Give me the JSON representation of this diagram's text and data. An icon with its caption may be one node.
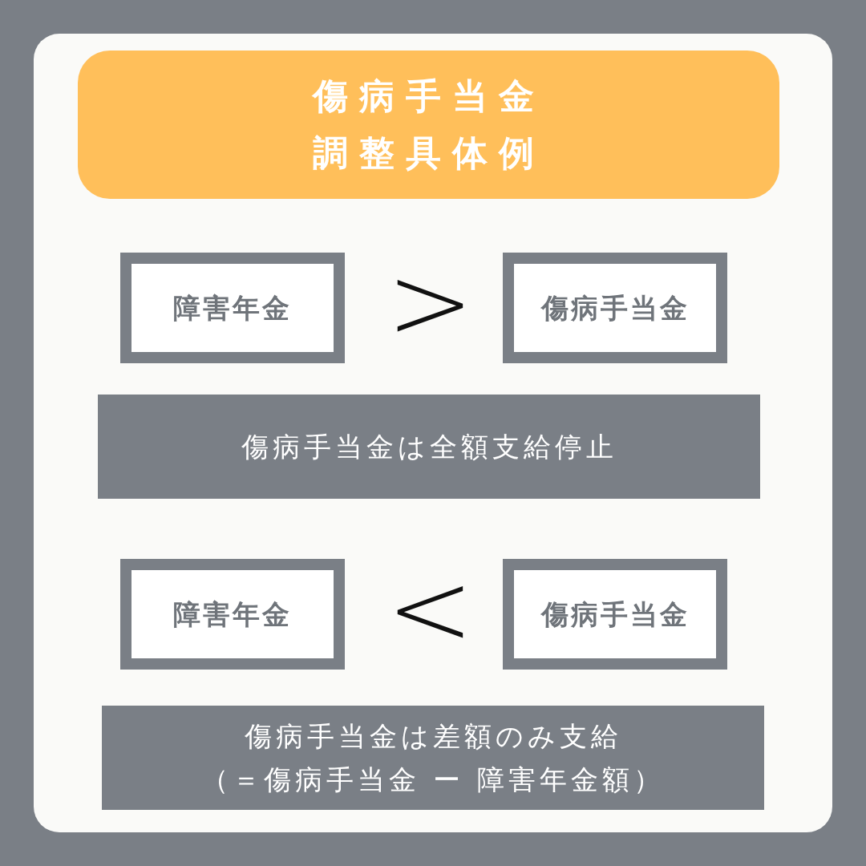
{
  "diagram": {
    "nodes": [
      {
        "text": [
          "傷病手当金調整具体例"
        ]
      },
      {
        "text": [
          "障害年金"
        ]
      },
      {
        "text": [
          "傷病手当金"
        ]
      },
      {
        "text": [
          "傷病手当金は全額支給停止"
        ]
      },
      {
        "text": [
          "障害年金"
        ]
      },
      {
        "text": [
          "傷病手当金"
        ]
      },
      {
        "text": [
          "傷病手当金は差額のみ支給",
          "（＝傷病手当金 ー 障害年金額）"
        ]
      }
    ],
    "labels": [
      ">",
      "<"
    ]
  }
}
